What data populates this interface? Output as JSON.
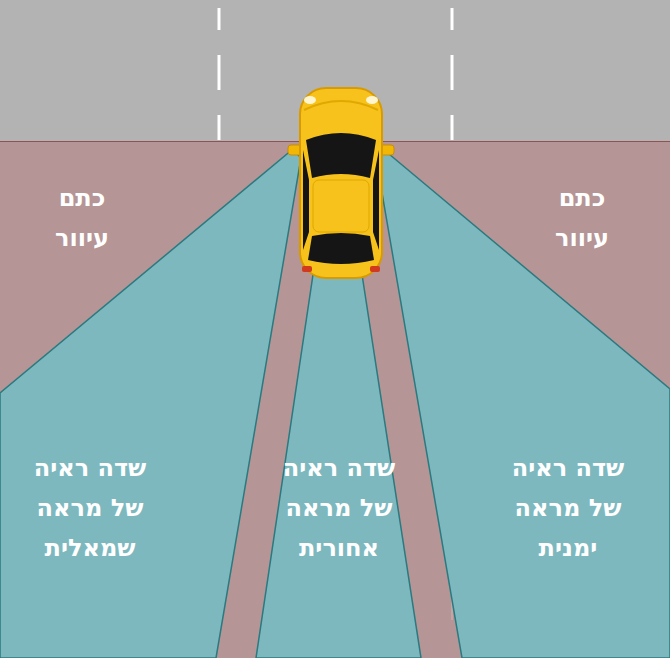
{
  "diagram": {
    "nodes": [
      {
        "text": [
          "כתם עיוור"
        ]
      },
      {
        "text": [
          "כתם עיוור"
        ]
      },
      {
        "text": [
          "שדה ראיה של מראה שמאלית"
        ]
      },
      {
        "text": [
          "שדה ראיה של מראה אחורית"
        ]
      },
      {
        "text": [
          "שדה ראיה של מראה ימנית"
        ]
      }
    ]
  }
}
